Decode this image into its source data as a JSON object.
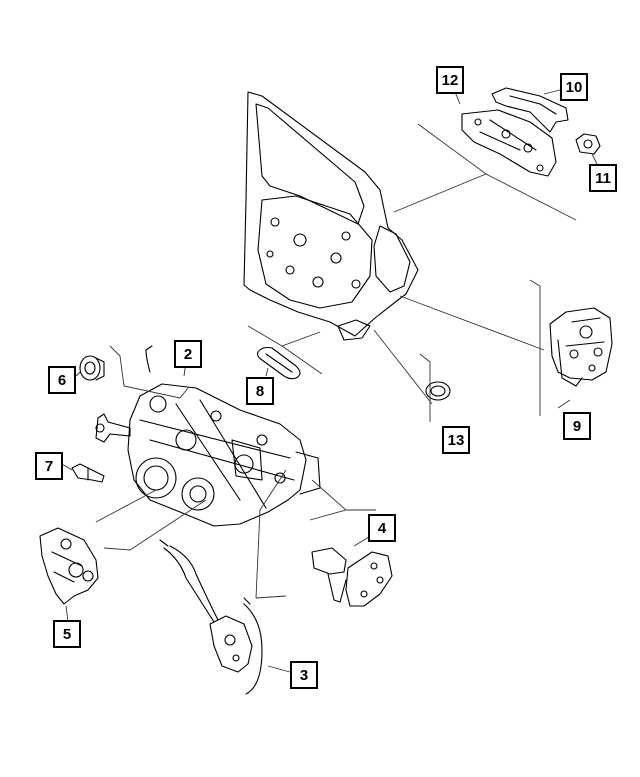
{
  "callouts": {
    "c1": "2",
    "c2": "3",
    "c3": "4",
    "c4": "5",
    "c5": "6",
    "c6": "7",
    "c7": "8",
    "c8": "9",
    "c9": "10",
    "c10": "11",
    "c11": "12",
    "c12": "13"
  },
  "colors": {
    "line": "#000000",
    "leader": "#555555",
    "background": "#ffffff"
  }
}
